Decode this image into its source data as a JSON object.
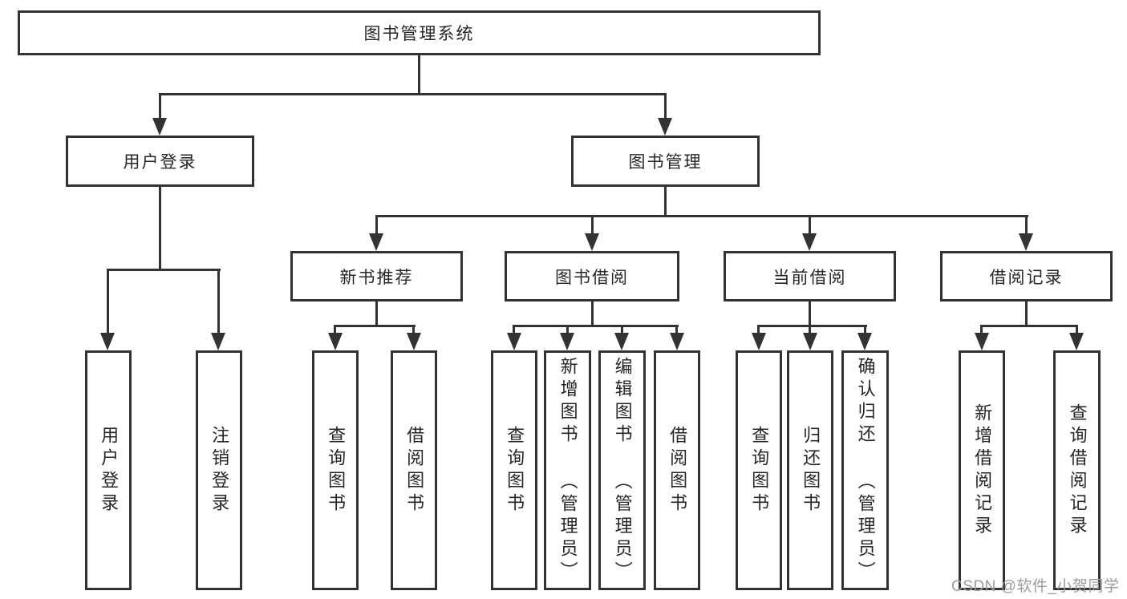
{
  "diagram": {
    "root_label": "图书管理系统",
    "level2": [
      {
        "label": "用户登录",
        "leaves": [
          "用户登录",
          "注销登录"
        ]
      },
      {
        "label": "图书管理",
        "groups": [
          {
            "label": "新书推荐",
            "leaves": [
              "查询图书",
              "借阅图书"
            ]
          },
          {
            "label": "图书借阅",
            "leaves": [
              "查询图书",
              "新增图书 （管理员）",
              "编辑图书 （管理员）",
              "借阅图书"
            ]
          },
          {
            "label": "当前借阅",
            "leaves": [
              "查询图书",
              "归还图书",
              "确认归还 （管理员）"
            ]
          },
          {
            "label": "借阅记录",
            "leaves": [
              "新增借阅记录",
              "查询借阅记录"
            ]
          }
        ]
      }
    ]
  },
  "watermark": {
    "text": "CSDN @软件_小贺同学"
  },
  "colors": {
    "line": "#333333",
    "node_border": "#333333",
    "text": "#262626",
    "watermark": "#9c9c9c",
    "background": "#ffffff"
  }
}
